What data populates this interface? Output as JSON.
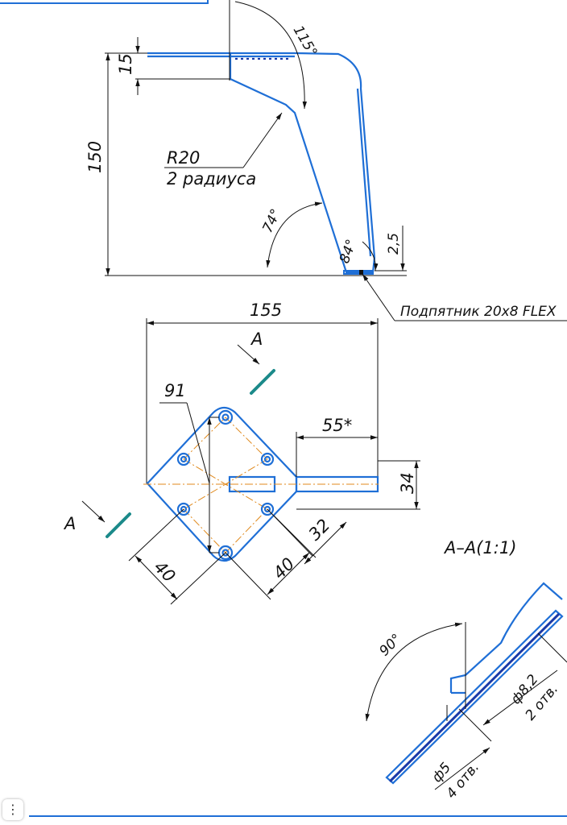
{
  "side_view": {
    "angle_top": "115°",
    "dim_15": "15",
    "dim_150": "150",
    "radius_label": "R20",
    "radius_count": "2 радиуса",
    "angle_74": "74°",
    "angle_84": "84°",
    "dim_2_5": "2,5",
    "footpad_label": "Подпятник 20x8 FLEX"
  },
  "plan_view": {
    "dim_155": "155",
    "section_letter_top": "A",
    "section_letter_left": "A",
    "dim_91": "91",
    "dim_55": "55*",
    "dim_34": "34",
    "dim_32": "32",
    "dim_40_left": "40",
    "dim_40_right": "40"
  },
  "section_view": {
    "title": "A–A(1:1)",
    "angle_90": "90°",
    "hole_large": "ф8,2",
    "hole_large_count": "2 отв.",
    "hole_small": "ф5",
    "hole_small_count": "4 отв."
  },
  "ui": {
    "menu_icon": "⋮"
  },
  "colors": {
    "part_line": "#1f6fd6",
    "axis_line": "#e08a1e",
    "section_marker": "#1b8a8a",
    "dimension_line": "#111111"
  }
}
